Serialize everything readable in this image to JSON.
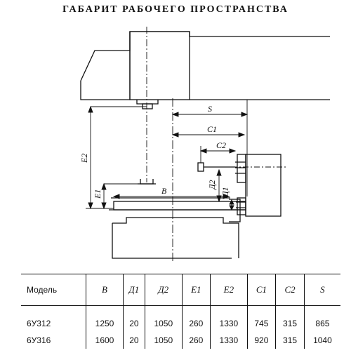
{
  "title": "ГАБАРИТ РАБОЧЕГО ПРОСТРАНСТВА",
  "diagram_labels": {
    "S": "S",
    "C1": "C1",
    "C2": "C2",
    "E2": "E2",
    "E1": "E1",
    "B": "B",
    "D2": "Д2",
    "D1": "Д1"
  },
  "table": {
    "headers": [
      "Модель",
      "B",
      "Д1",
      "Д2",
      "E1",
      "E2",
      "C1",
      "C2",
      "S"
    ],
    "rows": [
      [
        "6У312",
        "1250",
        "20",
        "1050",
        "260",
        "1330",
        "745",
        "315",
        "865"
      ],
      [
        "6У316",
        "1600",
        "20",
        "1050",
        "260",
        "1330",
        "920",
        "315",
        "1040"
      ]
    ]
  }
}
